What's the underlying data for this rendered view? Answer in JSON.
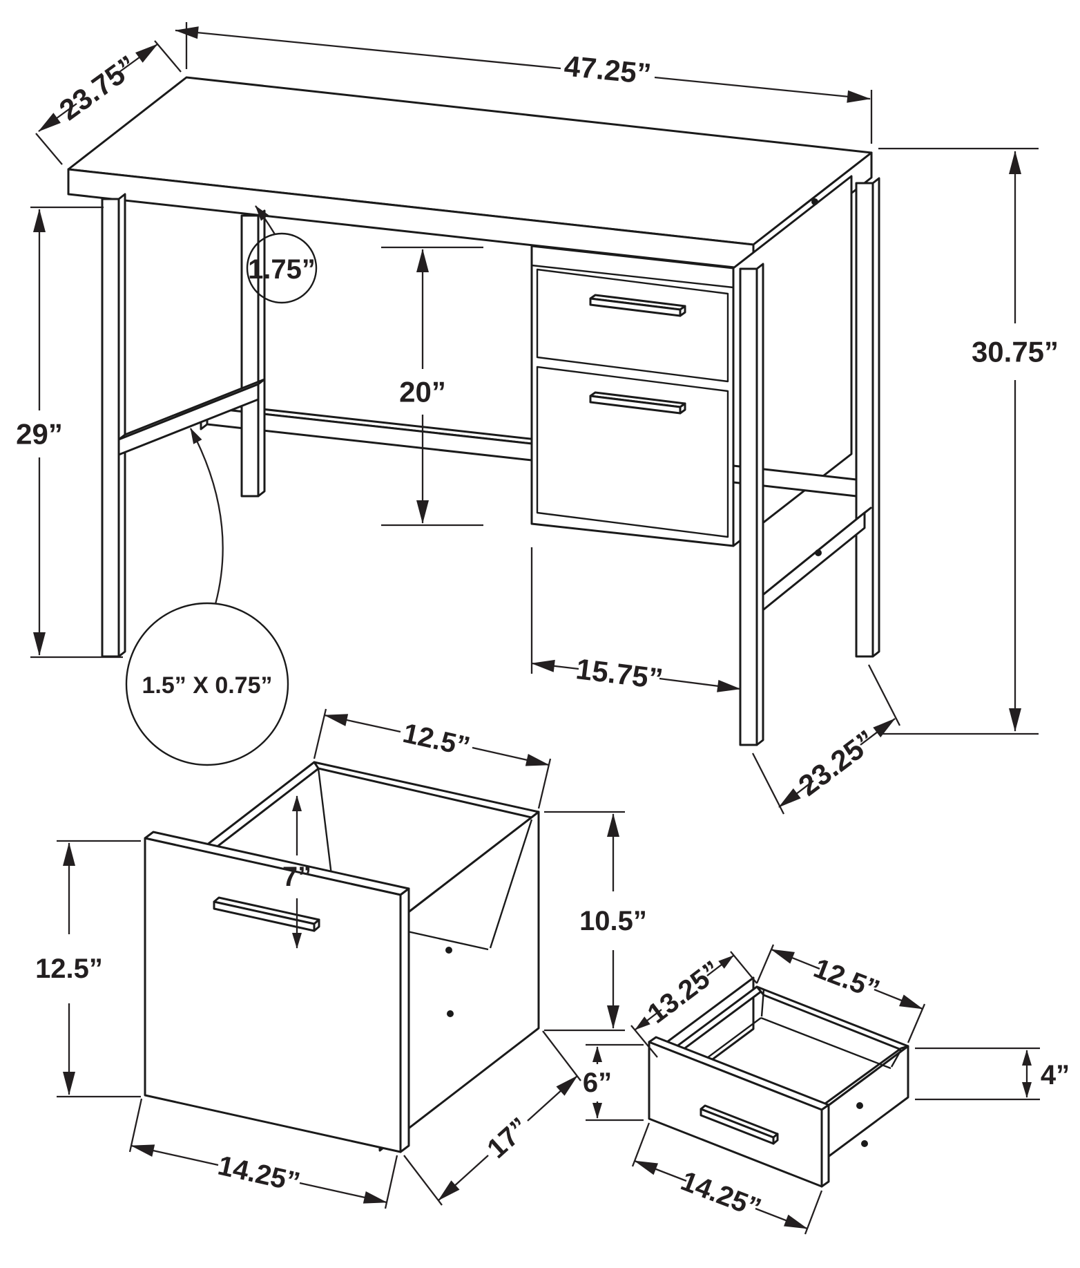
{
  "figure": {
    "background": "#ffffff",
    "line_color": "#1a1a1a",
    "text_color": "#231f20",
    "kind": "furniture-dimension-diagram"
  },
  "desk": {
    "dims": {
      "top_depth": "23.75”",
      "top_width": "47.25”",
      "top_thickness": "1.75”",
      "leg_height": "29”",
      "pedestal_height": "20”",
      "pedestal_width": "15.75”",
      "base_depth": "23.25”",
      "overall_height": "30.75”",
      "frame_tube": "1.5” X 0.75”"
    }
  },
  "file_drawer": {
    "dims": {
      "top_width": "12.5”",
      "inner_height": "7”",
      "side_height": "10.5”",
      "front_height": "12.5”",
      "depth": "17”",
      "front_width": "14.25”"
    }
  },
  "small_drawer": {
    "dims": {
      "depth": "13.25”",
      "top_width": "12.5”",
      "front_height": "6”",
      "side_height": "4”",
      "front_width": "14.25”"
    }
  }
}
